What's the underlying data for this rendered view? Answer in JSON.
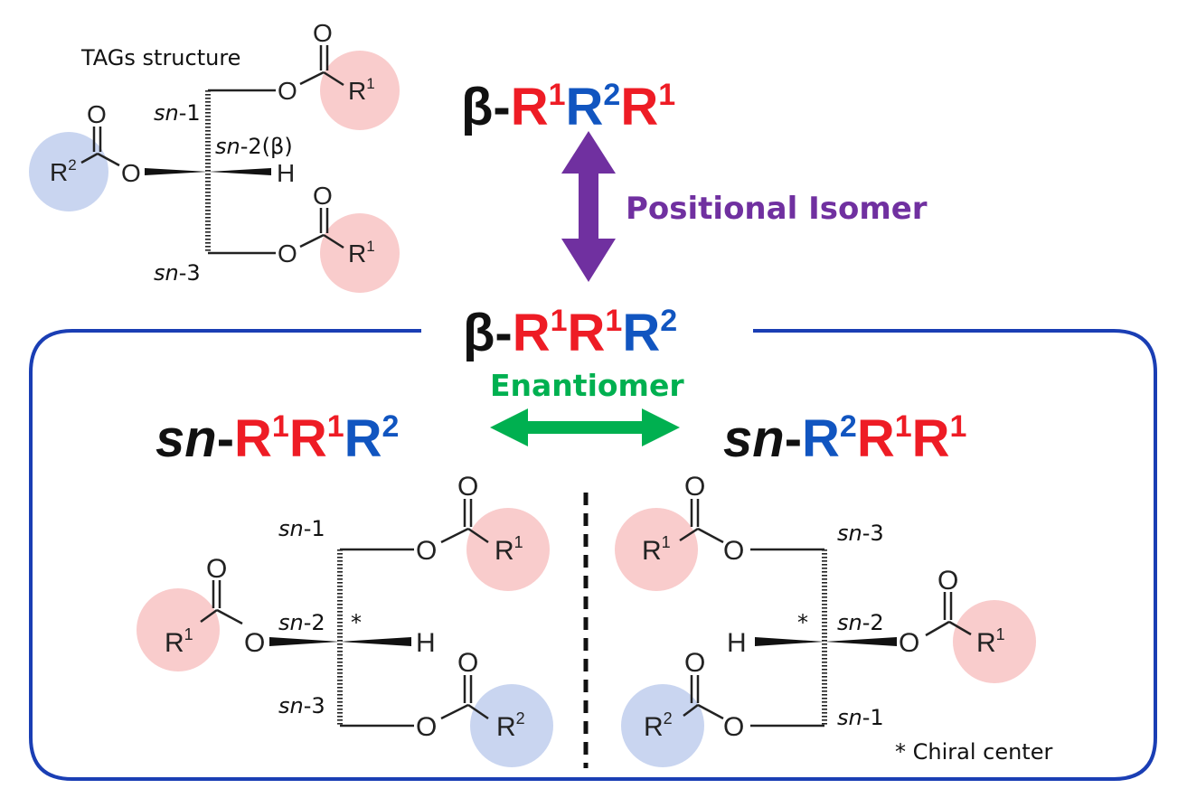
{
  "title": "TAGs structure",
  "positions": {
    "sn1": "sn",
    "sn1_suffix": "-1",
    "sn2b": "sn",
    "sn2b_suffix": "-2(β)",
    "sn2": "sn",
    "sn2_suffix": "-2",
    "sn3": "sn",
    "sn3_suffix": "-3"
  },
  "atoms": {
    "O": "O",
    "H": "H",
    "R": "R",
    "one": "1",
    "two": "2"
  },
  "formulas": {
    "beta_r1r2r1": {
      "prefix": "β-",
      "parts": [
        {
          "t": "R",
          "s": "1"
        },
        {
          "t": "R",
          "s": "2"
        },
        {
          "t": "R",
          "s": "1"
        }
      ]
    },
    "beta_r1r1r2": {
      "prefix": "β-",
      "parts": [
        {
          "t": "R",
          "s": "1"
        },
        {
          "t": "R",
          "s": "1"
        },
        {
          "t": "R",
          "s": "2"
        }
      ]
    },
    "sn_r1r1r2": {
      "prefix": "sn",
      "sep": "-",
      "parts": [
        {
          "t": "R",
          "s": "1"
        },
        {
          "t": "R",
          "s": "1"
        },
        {
          "t": "R",
          "s": "2"
        }
      ]
    },
    "sn_r2r1r1": {
      "prefix": "sn",
      "sep": "-",
      "parts": [
        {
          "t": "R",
          "s": "2"
        },
        {
          "t": "R",
          "s": "1"
        },
        {
          "t": "R",
          "s": "1"
        }
      ]
    }
  },
  "relations": {
    "positional": "Positional Isomer",
    "enantiomer": "Enantiomer"
  },
  "footnote": "* Chiral center",
  "chiral_mark": "*",
  "colors": {
    "r1": "#ee1c25",
    "r2": "#1155c0",
    "positional": "#7030a0",
    "enantiomer": "#00b050",
    "box": "#1a3eb4",
    "r1_circle": "#f9cccc",
    "r2_circle": "#c9d5f0"
  }
}
